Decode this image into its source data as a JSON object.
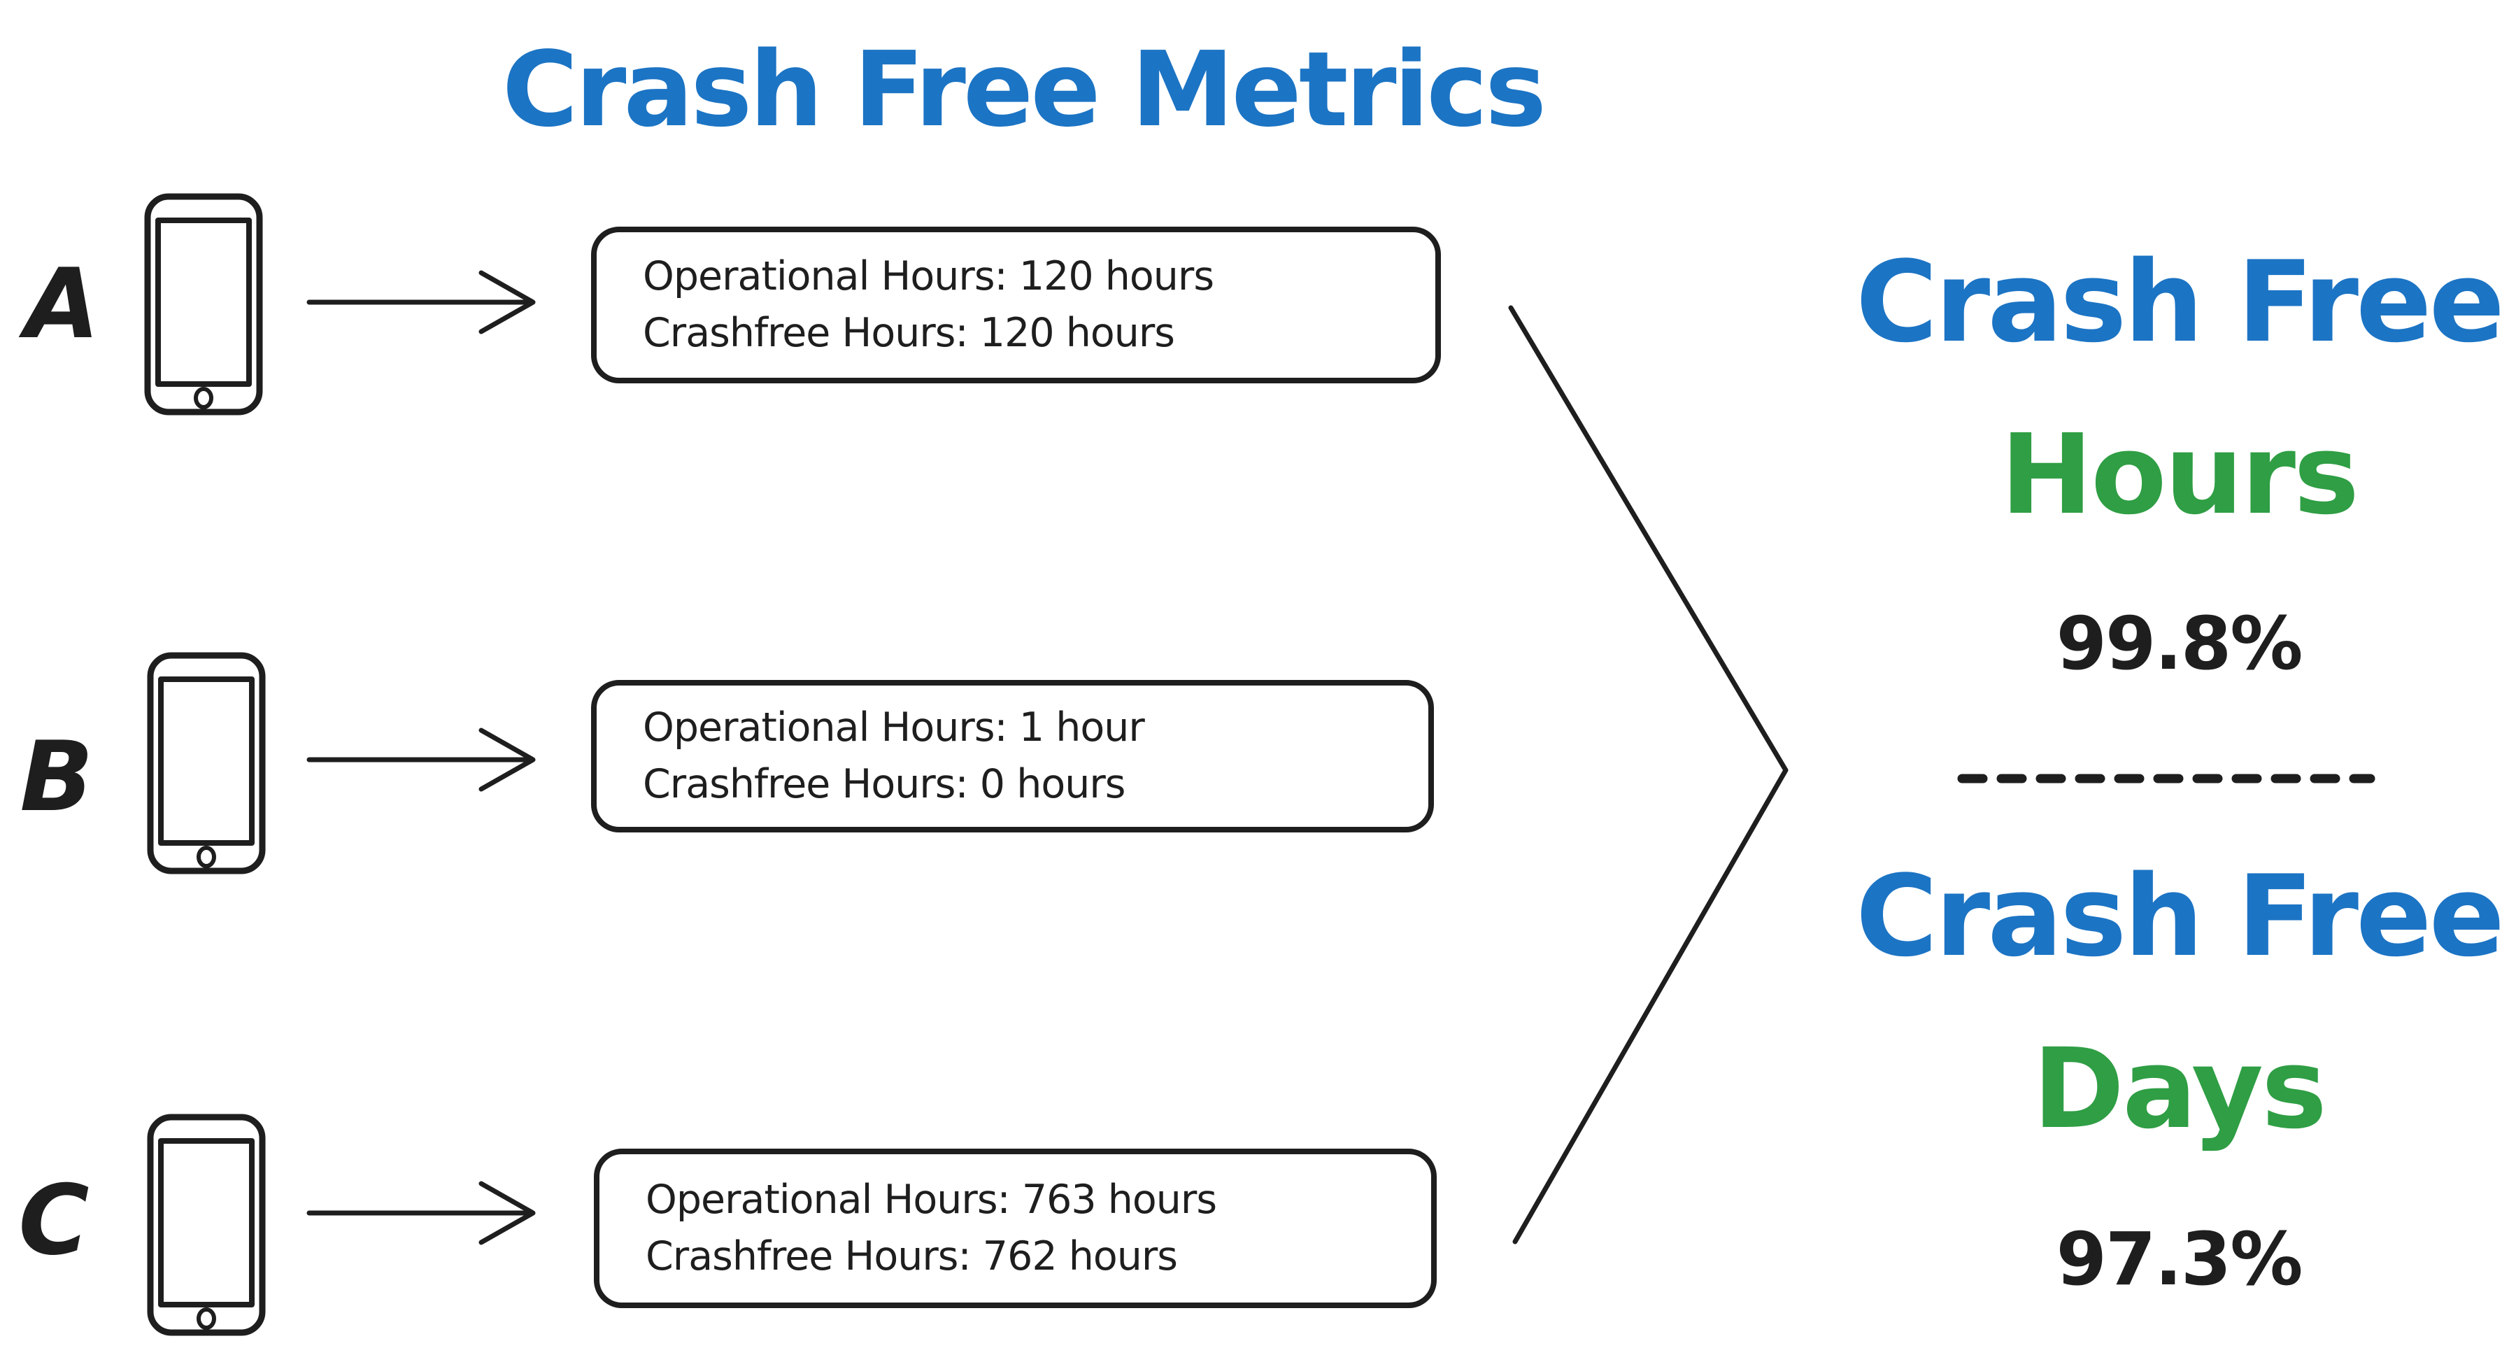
{
  "title": "Crash Free Metrics",
  "colors": {
    "blue": "#1c74c4",
    "green": "#2f9e44",
    "ink": "#1e1e1e",
    "background": "#ffffff"
  },
  "devices": [
    {
      "label": "A",
      "lines": [
        "Operational Hours: 120 hours",
        "Crashfree Hours: 120 hours"
      ]
    },
    {
      "label": "B",
      "lines": [
        "Operational Hours: 1 hour",
        "Crashfree Hours: 0 hours"
      ]
    },
    {
      "label": "C",
      "lines": [
        "Operational Hours: 763 hours",
        "Crashfree Hours: 762 hours"
      ]
    }
  ],
  "results": {
    "hours": {
      "label_blue": "Crash Free",
      "label_green": "Hours",
      "value": "99.8%"
    },
    "days": {
      "label_blue": "Crash Free",
      "label_green": "Days",
      "value": "97.3%"
    }
  }
}
